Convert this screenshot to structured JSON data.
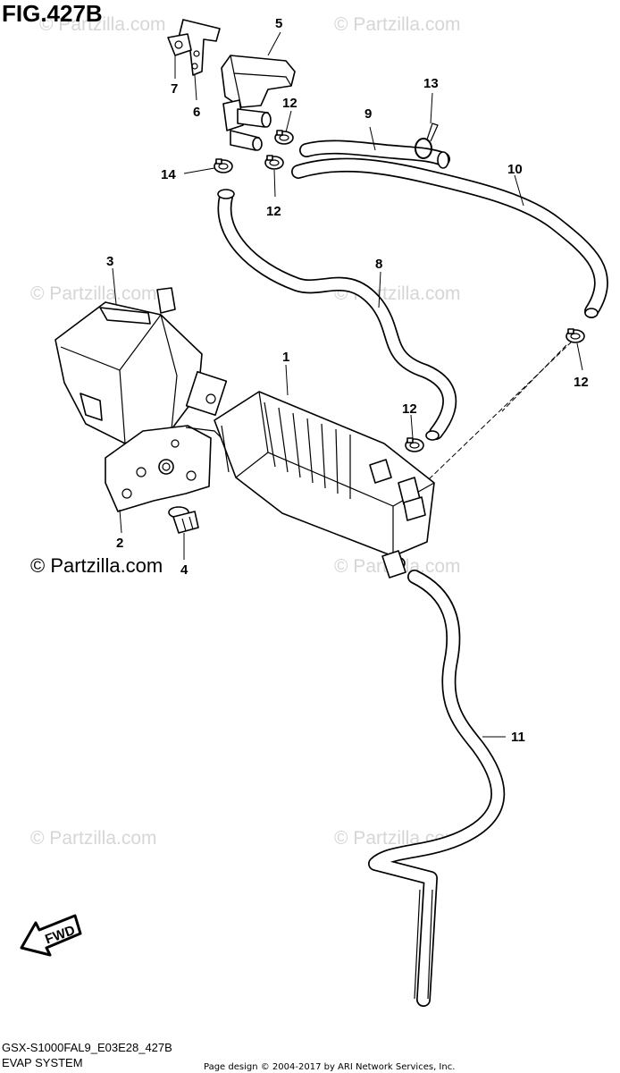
{
  "figure": {
    "title": "FIG.427B",
    "model_code": "GSX-S1000FAL9_E03E28_427B",
    "section": "EVAP SYSTEM",
    "copyright": "Page design © 2004-2017 by ARI Network Services, Inc.",
    "fwd_label": "FWD"
  },
  "watermarks": {
    "faint": "© Partzilla.com",
    "dark": "© Partzilla.com"
  },
  "callouts": {
    "c1": "1",
    "c2": "2",
    "c3": "3",
    "c4": "4",
    "c5": "5",
    "c6": "6",
    "c7": "7",
    "c8": "8",
    "c9": "9",
    "c10": "10",
    "c11": "11",
    "c12a": "12",
    "c12b": "12",
    "c12c": "12",
    "c12d": "12",
    "c13": "13",
    "c14": "14"
  }
}
